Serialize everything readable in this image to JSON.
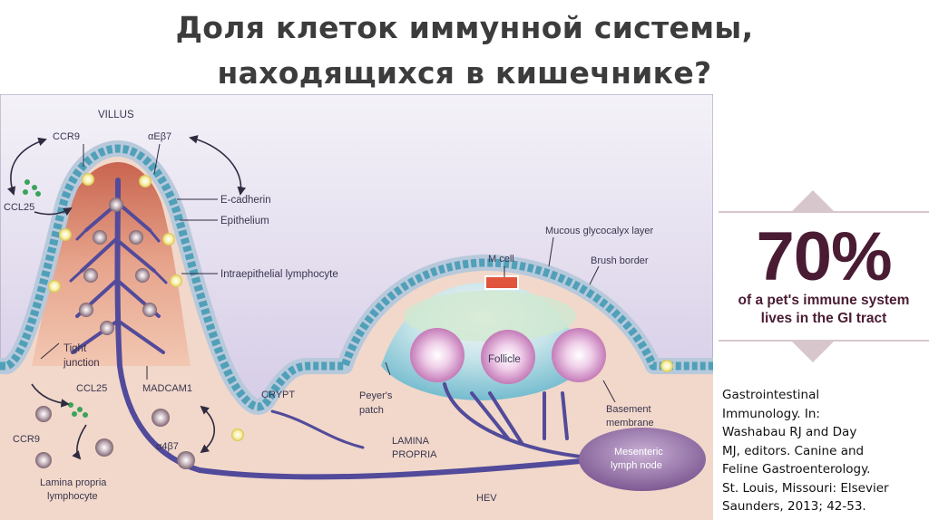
{
  "title": {
    "line1": "Доля клеток иммунной системы,",
    "line2": "находящихся в кишечнике?"
  },
  "diagram": {
    "labels": {
      "villus": "VILLUS",
      "ccr9_top": "CCR9",
      "alpha_e_beta7": "αEβ7",
      "ccl25_top": "CCL25",
      "e_cadherin": "E-cadherin",
      "epithelium": "Epithelium",
      "intraepithelial_lymphocyte": "Intraepithelial lymphocyte",
      "tight_junction_1": "Tight",
      "tight_junction_2": "junction",
      "ccl25_bottom": "CCL25",
      "madcam1": "MADCAM1",
      "alpha4_beta7": "α4β7",
      "ccr9_bottom": "CCR9",
      "lamina_propria_lymphocyte_1": "Lamina propria",
      "lamina_propria_lymphocyte_2": "lymphocyte",
      "crypt": "CRYPT",
      "peyers_patch_1": "Peyer's",
      "peyers_patch_2": "patch",
      "lamina_propria_1": "LAMINA",
      "lamina_propria_2": "PROPRIA",
      "hev": "HEV",
      "m_cell": "M cell",
      "mucous_glycocalyx": "Mucous glycocalyx layer",
      "brush_border": "Brush border",
      "follicle": "Follicle",
      "basement_membrane_1": "Basement",
      "basement_membrane_2": "membrane",
      "mesenteric_1": "Mesenteric",
      "mesenteric_2": "lymph node"
    },
    "colors": {
      "lumen": "#e6e2f0",
      "mucus": "#d7d0e6",
      "lamina": "#f3ddd0",
      "villus_core": "#d9836a",
      "epithelial_cell": "#56a6bd",
      "vessel": "#524a9a",
      "follicle": "#d0a0c8",
      "lymph_node": "#a17fb1"
    }
  },
  "stat": {
    "value": "70%",
    "caption_line1": "of a pet's immune system",
    "caption_line2": "lives in the GI tract",
    "arrow_color": "#d7c7cd",
    "text_color": "#4a1c33"
  },
  "citation": {
    "lines": [
      "Gastrointestinal",
      "Immunology. In:",
      "Washabau RJ and Day",
      "MJ, editors. Canine and",
      "Feline Gastroenterology.",
      "St. Louis, Missouri: Elsevier",
      "Saunders, 2013; 42-53."
    ]
  }
}
